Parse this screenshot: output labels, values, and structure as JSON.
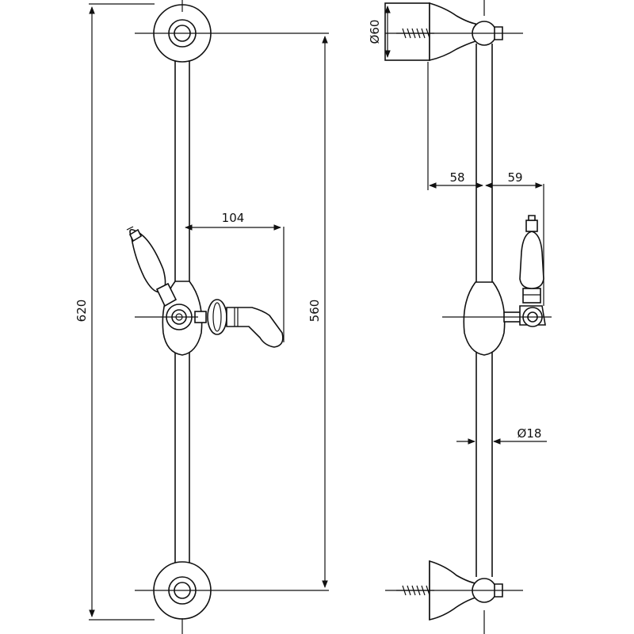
{
  "dimensions": {
    "overall_length": "620",
    "mount_spacing": "560",
    "holder_reach": "104",
    "bracket_diameter": "Ø60",
    "bracket_offset": "58",
    "handle_offset": "59",
    "rail_diameter": "Ø18"
  }
}
